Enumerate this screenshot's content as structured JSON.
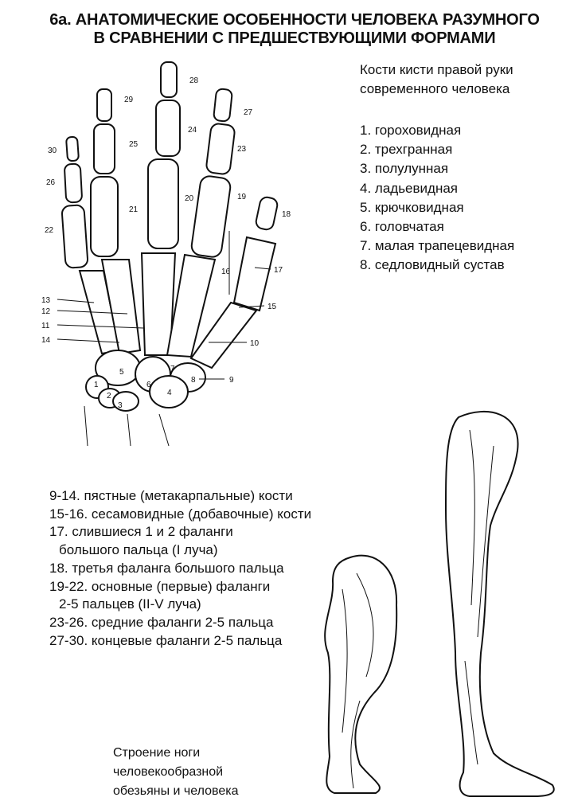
{
  "title": {
    "line1": "6а. АНАТОМИЧЕСКИЕ ОСОБЕННОСТИ ЧЕЛОВЕКА РАЗУМНОГО",
    "line2": "В СРАВНЕНИИ С ПРЕДШЕСТВУЮЩИМИ ФОРМАМИ"
  },
  "hand_caption": {
    "line1": "Кости кисти правой руки",
    "line2": "современного человека"
  },
  "carpal_bones": [
    "1. гороховидная",
    "2. трехгранная",
    "3. полулунная",
    "4. ладьевидная",
    "5. крючковидная",
    "6. головчатая",
    "7. малая трапецевидная",
    "8. седловидный сустав"
  ],
  "hand_labels": {
    "n1": "1",
    "n2": "2",
    "n3": "3",
    "n4": "4",
    "n5": "5",
    "n6": "6",
    "n7": "7",
    "n8": "8",
    "n9": "9",
    "n10": "10",
    "n11": "11",
    "n12": "12",
    "n13": "13",
    "n14": "14",
    "n15": "15",
    "n16": "16",
    "n17": "17",
    "n18": "18",
    "n19": "19",
    "n20": "20",
    "n21": "21",
    "n22": "22",
    "n23": "23",
    "n24": "24",
    "n25": "25",
    "n26": "26",
    "n27": "27",
    "n28": "28",
    "n29": "29",
    "n30": "30"
  },
  "legend": {
    "l1": "9-14. пястные (метакарпальные) кости",
    "l2": "15-16. сесамовидные (добавочные) кости",
    "l3": "17. слившиеся 1 и 2 фаланги",
    "l3b": "большого пальца (I луча)",
    "l4": "18. третья фаланга большого пальца",
    "l5": "19-22. основные (первые) фаланги",
    "l5b": "2-5 пальцев (II-V луча)",
    "l6": "23-26. средние фаланги 2-5 пальца",
    "l7": "27-30. концевые фаланги 2-5 пальца"
  },
  "leg_caption": {
    "line1": "Строение ноги",
    "line2": "человекообразной",
    "line3": "обезьяны и человека"
  }
}
